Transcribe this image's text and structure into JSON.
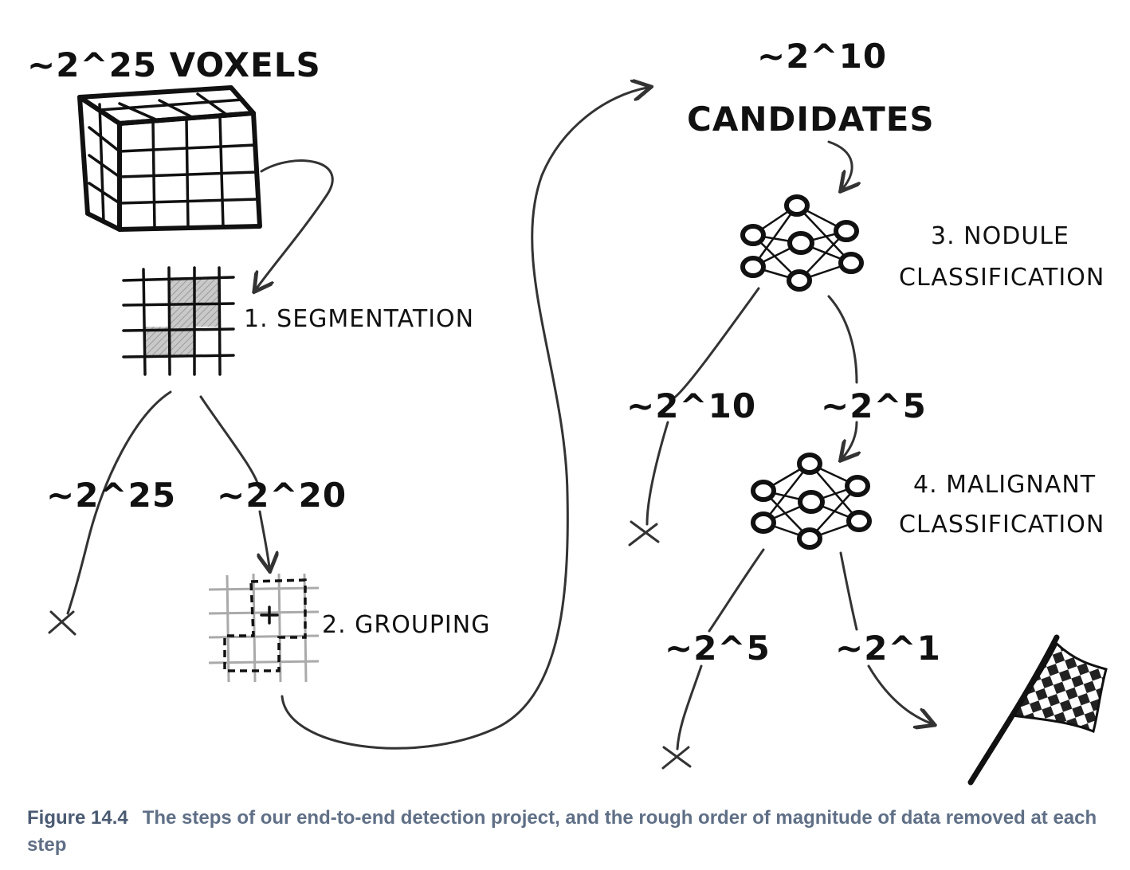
{
  "labels": {
    "voxels": "~2^25 VOXELS",
    "candidates_count": "~2^10",
    "candidates": "CANDIDATES",
    "segmentation": "1. SEGMENTATION",
    "grouping": "2. GROUPING",
    "nodule_line1": "3. NODULE",
    "nodule_line2": "CLASSIFICATION",
    "malignant_line1": "4. MALIGNANT",
    "malignant_line2": "CLASSIFICATION",
    "seg_removed": "~2^25",
    "seg_kept": "~2^20",
    "nodule_removed": "~2^10",
    "nodule_kept": "~2^5",
    "malignant_removed": "~2^5",
    "malignant_kept": "~2^1"
  },
  "caption": {
    "figure": "Figure 14.4",
    "text": "The steps of our end-to-end detection project, and the rough order of magnitude of data removed at each step"
  }
}
